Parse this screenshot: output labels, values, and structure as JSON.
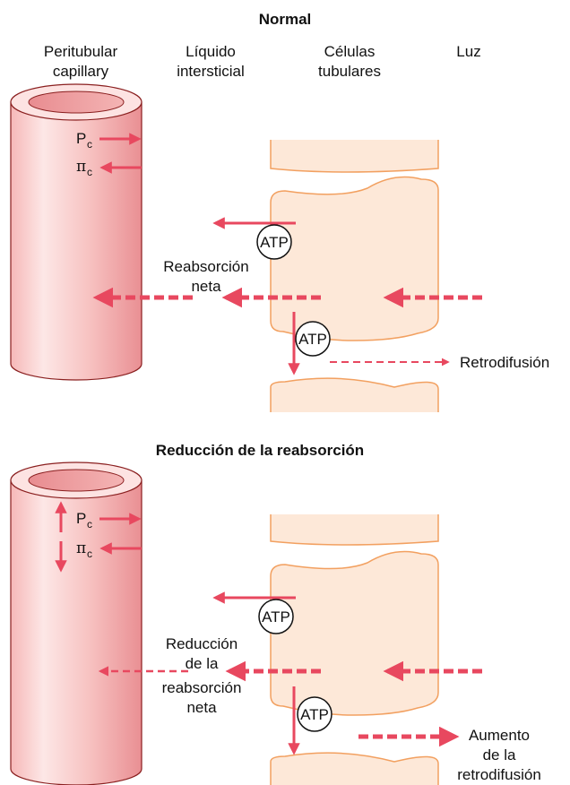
{
  "columns": {
    "peritubular_line1": "Peritubular",
    "peritubular_line2": "capillary",
    "interstitial_line1": "Líquido",
    "interstitial_line2": "intersticial",
    "tubular_line1": "Células",
    "tubular_line2": "tubulares",
    "lumen": "Luz"
  },
  "normal": {
    "title": "Normal",
    "pc_label": "P",
    "pc_sub": "c",
    "pic_label": "π",
    "pic_sub": "c",
    "atp_top": "ATP",
    "atp_bottom": "ATP",
    "net_reabsorption_line1": "Reabsorción",
    "net_reabsorption_line2": "neta",
    "backleak": "Retrodifusión"
  },
  "reduced": {
    "title": "Reducción de la reabsorción",
    "pc_label": "P",
    "pc_sub": "c",
    "pic_label": "π",
    "pic_sub": "c",
    "atp_top": "ATP",
    "atp_bottom": "ATP",
    "reduced_line1": "Reducción",
    "reduced_line2": "de la",
    "reduced_line3": "reabsorción",
    "reduced_line4": "neta",
    "backleak_line1": "Aumento",
    "backleak_line2": "de la",
    "backleak_line3": "retrodifusión"
  },
  "colors": {
    "arrow": "#e8485f",
    "cell_fill": "#fde8d8",
    "cell_stroke": "#f2a060",
    "capillary_light": "#fde3e2",
    "capillary_dark": "#ef9a9a",
    "outline": "#8a1f1f"
  }
}
